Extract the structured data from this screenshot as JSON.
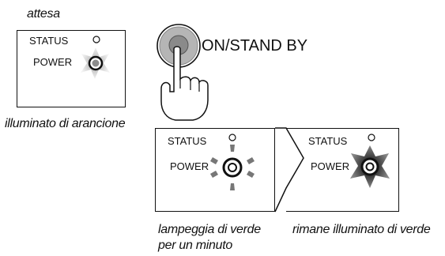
{
  "panel1": {
    "caption_top": "attesa",
    "status_label": "STATUS",
    "power_label": "POWER",
    "caption_bottom": "illuminato di arancione",
    "indicator_color": "#8c8c8c"
  },
  "button": {
    "label": "ON/STAND BY",
    "fill_color": "#9a9a9a"
  },
  "panel2": {
    "status_label": "STATUS",
    "power_label": "POWER",
    "caption_line1": "lampeggia di verde",
    "caption_line2": "per un minuto"
  },
  "panel3": {
    "status_label": "STATUS",
    "power_label": "POWER",
    "caption": "rimane illuminato di verde"
  }
}
